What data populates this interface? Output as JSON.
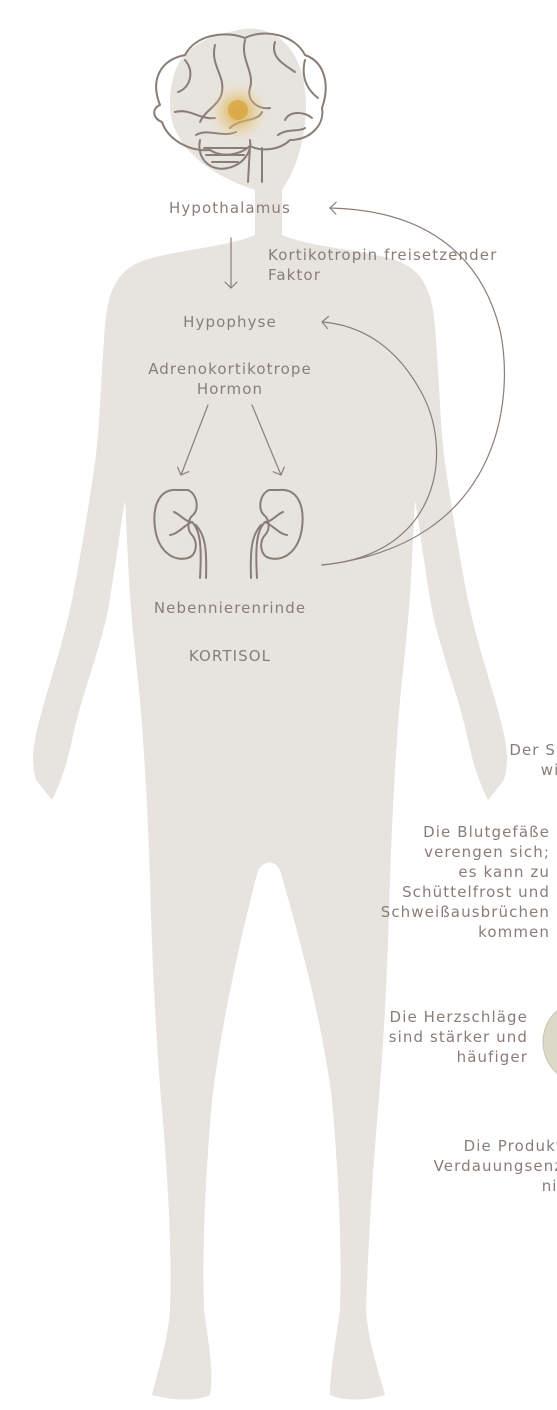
{
  "colors": {
    "silhouette": "#e7e4df",
    "line": "#8a7d76",
    "glow": "#d9a845",
    "text": "#8a7d76",
    "organ_edge": "#c8c2b2"
  },
  "labels": {
    "hypothalamus": "Hypothalamus",
    "crf": "Kortikotropin freisetzender\nFaktor",
    "hypophyse": "Hypophyse",
    "acth": "Adrenokortikotrope\nHormon",
    "nebennierenrinde": "Nebennierenrinde",
    "kortisol": "KORTISOL"
  },
  "effects": {
    "speichel": "Der Spe\nwird",
    "blutgefaesse": "Die Blutgefäße\nverengen sich;\nes kann zu\nSchüttelfrost und\nSchweißausbrüchen\nkommen",
    "herz": "Die Herzschläge\nsind stärker und\nhäufiger",
    "verdauung": "Die Produktion\nVerdauungsenzym\nnimm"
  }
}
